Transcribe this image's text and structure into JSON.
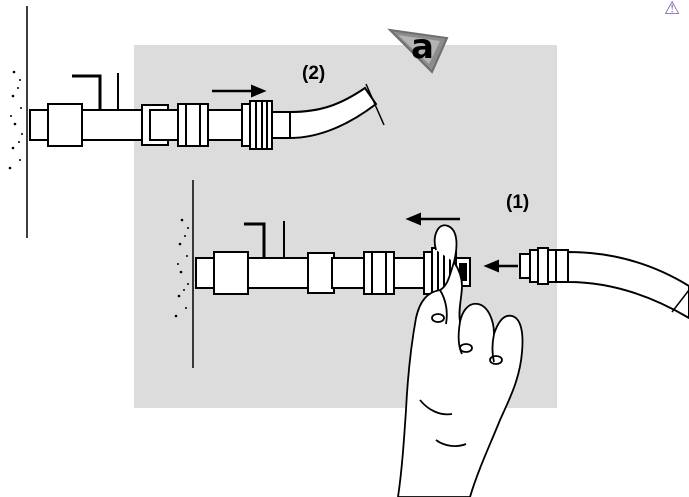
{
  "figure": {
    "badge_letter": "a",
    "step_labels": {
      "step1": "(1)",
      "step2": "(2)"
    },
    "warning_mark": "⚠"
  },
  "colors": {
    "panel_background": "#dcdcdc",
    "line": "#000000",
    "badge_fill": "#8c8c8c",
    "warning_mark": "#7a5da8"
  }
}
